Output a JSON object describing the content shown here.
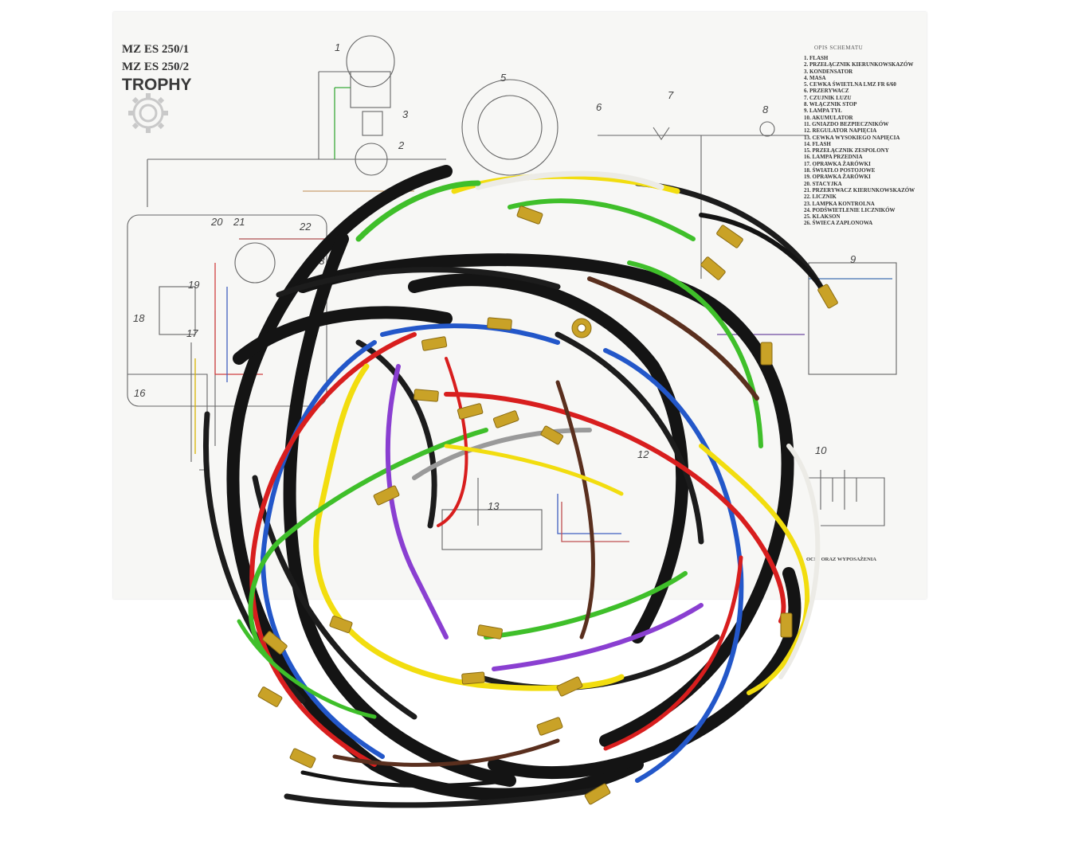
{
  "sheet": {
    "title_lines": [
      "MZ ES 250/1",
      "MZ ES 250/2",
      "TROPHY"
    ],
    "legend_heading": "OPIS SCHEMATU",
    "legend_items": [
      "1. FLASH",
      "2. PRZEŁĄCZNIK KIERUNKOWSKAZÓW",
      "3. KONDENSATOR",
      "4. MASA",
      "5. CEWKA ŚWIETLNA LMZ FR 6/60",
      "6. PRZERYWACZ",
      "7. CZUJNIK LUZU",
      "8. WŁĄCZNIK STOP",
      "9. LAMPA TYŁ",
      "10. AKUMULATOR",
      "11. GNIAZDO BEZPIECZNIKÓW",
      "12. REGULATOR NAPIĘCIA",
      "13. CEWKA WYSOKIEGO NAPIĘCIA",
      "14. FLASH",
      "15. PRZEŁĄCZNIK ZESPOLONY",
      "16. LAMPA PRZEDNIA",
      "17. OPRAWKA ŻARÓWKI",
      "18. ŚWIATŁO POSTOJOWE",
      "19. OPRAWKA ŻARÓWKI",
      "20. STACYJKA",
      "21. PRZERYWACZ KIERUNKOWSKAZÓW",
      "22. LICZNIK",
      "23. LAMPKA KONTROLNA",
      "24. PODŚWIETLENIE LICZNIKÓW",
      "25. KLAKSON",
      "26. ŚWIECA ZAPŁONOWA"
    ],
    "footer_fragment": "OCIĄ ORAZ WYPOSAŻENIA",
    "component_numbers": [
      "1",
      "2",
      "3",
      "5",
      "6",
      "7",
      "8",
      "9",
      "10",
      "12",
      "13",
      "16",
      "17",
      "18",
      "19",
      "20",
      "21",
      "22",
      "23"
    ]
  },
  "colors": {
    "sheet": "#f7f7f5",
    "diagram_line": "#555555",
    "wire_black": "#141414",
    "wire_red": "#d81e1e",
    "wire_blue": "#2357c9",
    "wire_green": "#3fbf2a",
    "wire_yellow": "#f2dd0f",
    "wire_brown": "#5a2f1e",
    "wire_violet": "#8a3fd1",
    "wire_grey": "#9a9a9a",
    "wire_white": "#ecebe6",
    "terminal_brass": "#c9a227"
  }
}
